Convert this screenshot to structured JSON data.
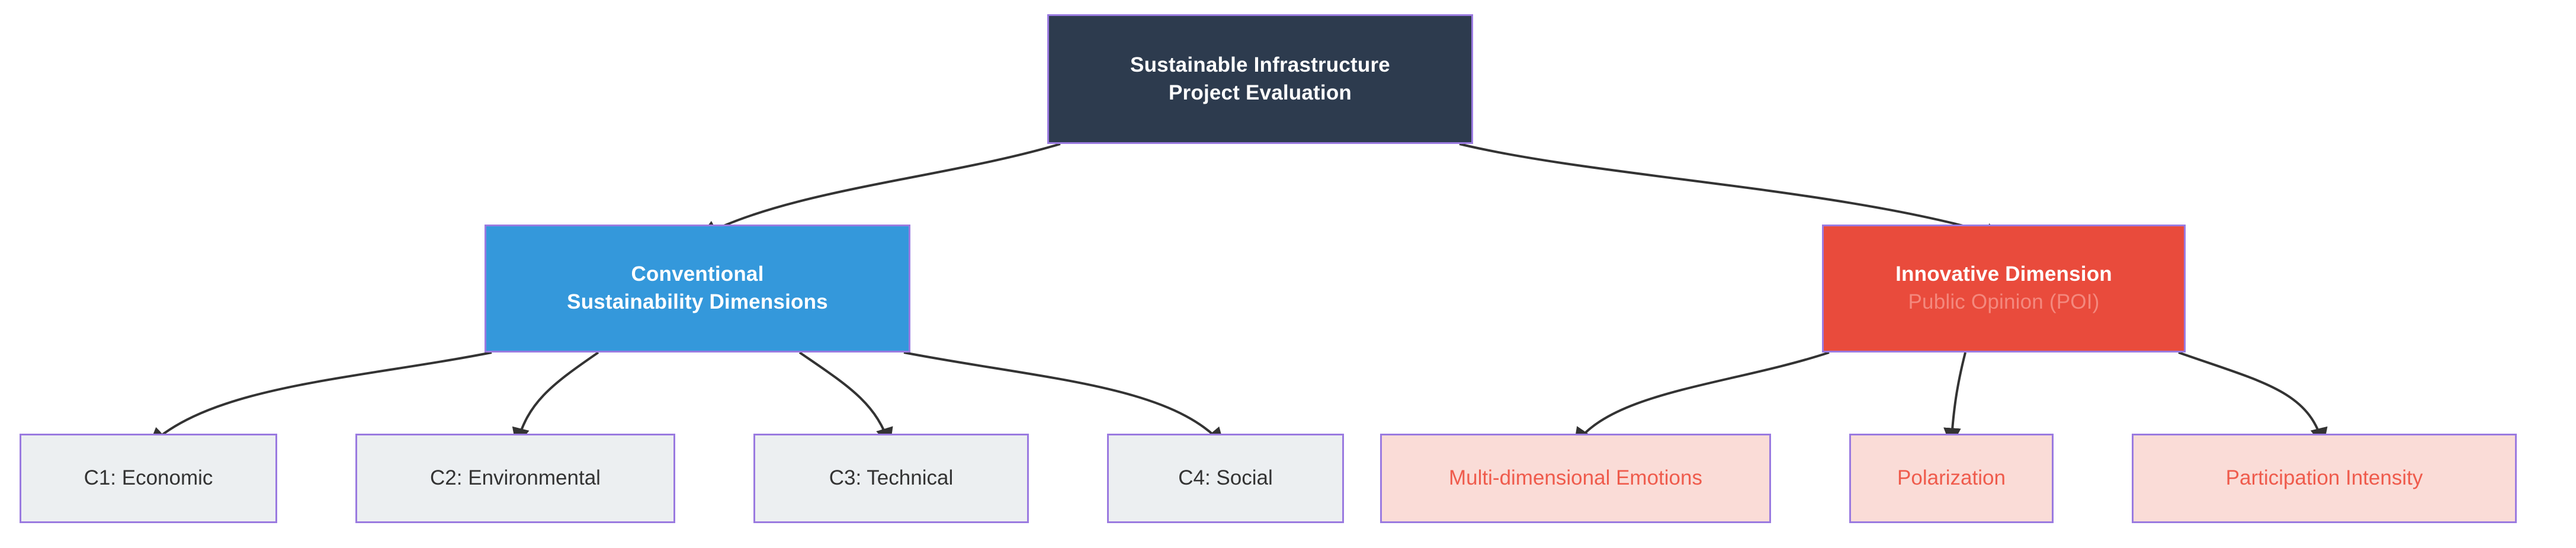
{
  "diagram": {
    "type": "flowchart",
    "direction": "top-down",
    "background_color": "#ffffff",
    "node_border_color": "#9a7ae0",
    "edge_color": "#333333",
    "nodes": {
      "root": {
        "id": "root",
        "line1": "Sustainable Infrastructure",
        "line2": "Project Evaluation",
        "fill": "#2d3b4e",
        "text_color": "#ffffff"
      },
      "conventional": {
        "id": "conventional",
        "line1": "Conventional",
        "line2": "Sustainability Dimensions",
        "fill": "#3498db",
        "text_color": "#ffffff"
      },
      "innovative": {
        "id": "innovative",
        "title": "Innovative Dimension",
        "subtitle": "Public Opinion (POI)",
        "fill": "#e94b3c",
        "title_color": "#ffffff",
        "subtitle_color": "#f4897e"
      }
    },
    "leaves_conventional": [
      {
        "id": "c1",
        "label": "C1: Economic",
        "fill": "#eceff1",
        "text_color": "#333333"
      },
      {
        "id": "c2",
        "label": "C2: Environmental",
        "fill": "#eceff1",
        "text_color": "#333333"
      },
      {
        "id": "c3",
        "label": "C3: Technical",
        "fill": "#eceff1",
        "text_color": "#333333"
      },
      {
        "id": "c4",
        "label": "C4: Social",
        "fill": "#eceff1",
        "text_color": "#333333"
      }
    ],
    "leaves_innovative": [
      {
        "id": "emotions",
        "label": "Multi-dimensional Emotions",
        "fill": "#fadcd7",
        "text_color": "#ef5b4c"
      },
      {
        "id": "polarization",
        "label": "Polarization",
        "fill": "#fadcd7",
        "text_color": "#ef5b4c"
      },
      {
        "id": "participation",
        "label": "Participation Intensity",
        "fill": "#fadcd7",
        "text_color": "#ef5b4c"
      }
    ],
    "edges": [
      {
        "from": "root",
        "to": "conventional"
      },
      {
        "from": "root",
        "to": "innovative"
      },
      {
        "from": "conventional",
        "to": "c1"
      },
      {
        "from": "conventional",
        "to": "c2"
      },
      {
        "from": "conventional",
        "to": "c3"
      },
      {
        "from": "conventional",
        "to": "c4"
      },
      {
        "from": "innovative",
        "to": "emotions"
      },
      {
        "from": "innovative",
        "to": "polarization"
      },
      {
        "from": "innovative",
        "to": "participation"
      }
    ]
  }
}
